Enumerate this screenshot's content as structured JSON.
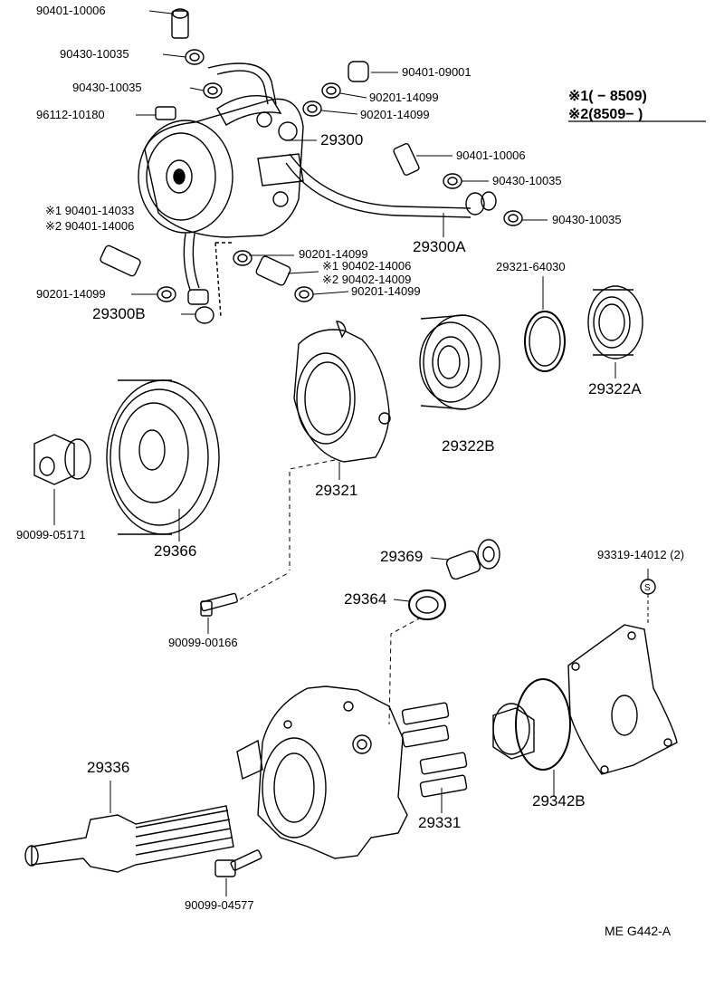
{
  "notes": {
    "line1": "※1(   − 8509)",
    "line2": "※2(8509−    )"
  },
  "labels": {
    "p90401_10006_top": "90401-10006",
    "p90430_10035_a": "90430-10035",
    "p90430_10035_b": "90430-10035",
    "p96112_10180": "96112-10180",
    "p90401_09001": "90401-09001",
    "p90201_14099_a": "90201-14099",
    "p90201_14099_b": "90201-14099",
    "p29300": "29300",
    "p90401_10006_mid": "90401-10006",
    "p90430_10035_c": "90430-10035",
    "p90430_10035_d": "90430-10035",
    "p29300A": "29300A",
    "p90401_14033": "※1 90401-14033",
    "p90401_14006": "※2 90401-14006",
    "p90201_14099_c": "90201-14099",
    "p90402_14006": "※1 90402-14006",
    "p90402_14009": "※2 90402-14009",
    "p90201_14099_d": "90201-14099",
    "p90201_14099_e": "90201-14099",
    "p29300B": "29300B",
    "p29321_64030": "29321-64030",
    "p29322A": "29322A",
    "p29322B": "29322B",
    "p29321": "29321",
    "p90099_05171": "90099-05171",
    "p29366": "29366",
    "p29369": "29369",
    "p93319_14012": "93319-14012 (2)",
    "p29364": "29364",
    "p90099_00166": "90099-00166",
    "p29336": "29336",
    "p29331": "29331",
    "p29342B": "29342B",
    "p90099_04577": "90099-04577"
  },
  "footer": {
    "code": "ME  G442-A"
  }
}
